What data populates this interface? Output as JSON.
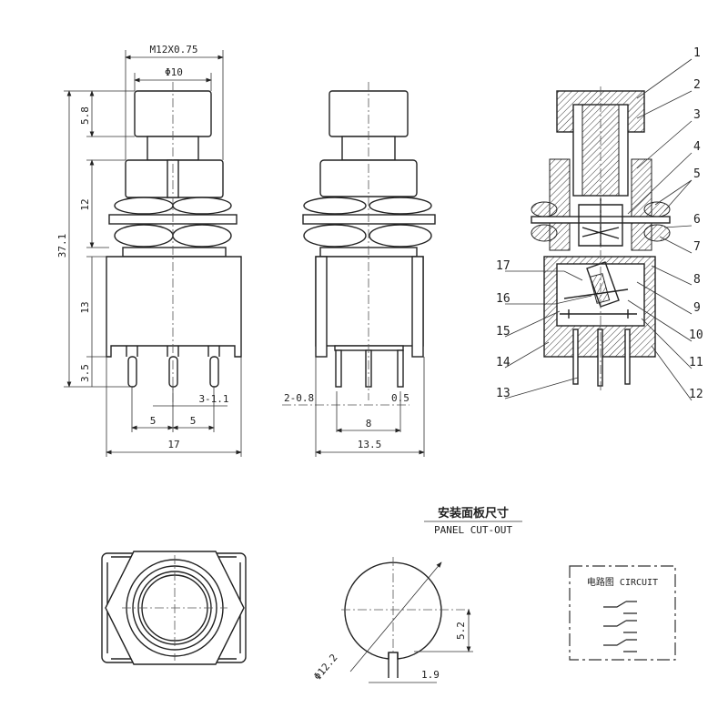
{
  "front_view": {
    "dims": {
      "thread": "M12X0.75",
      "cap_diameter": "Φ10",
      "total_height": "37.1",
      "cap_height": "5.8",
      "bushing_height": "12",
      "body_height": "13",
      "pin_length": "3.5",
      "pin_width": "3-1.1",
      "pitch_left": "5",
      "pitch_right": "5",
      "body_width": "17"
    }
  },
  "side_view": {
    "dims": {
      "pin_thickness": "2-0.8",
      "pin_tip": "0.5",
      "pin_span": "8",
      "body_depth": "13.5"
    }
  },
  "section_view": {
    "callouts": [
      "1",
      "2",
      "3",
      "4",
      "5",
      "6",
      "7",
      "8",
      "9",
      "10",
      "11",
      "12",
      "13",
      "14",
      "15",
      "16",
      "17"
    ]
  },
  "panel_cutout": {
    "title_cn": "安装面板尺寸",
    "title_en": "PANEL CUT-OUT",
    "dims": {
      "diameter": "Φ12.2",
      "key_offset": "5.2",
      "key_width": "1.9"
    }
  },
  "circuit": {
    "title": "电路图 CIRCUIT"
  }
}
